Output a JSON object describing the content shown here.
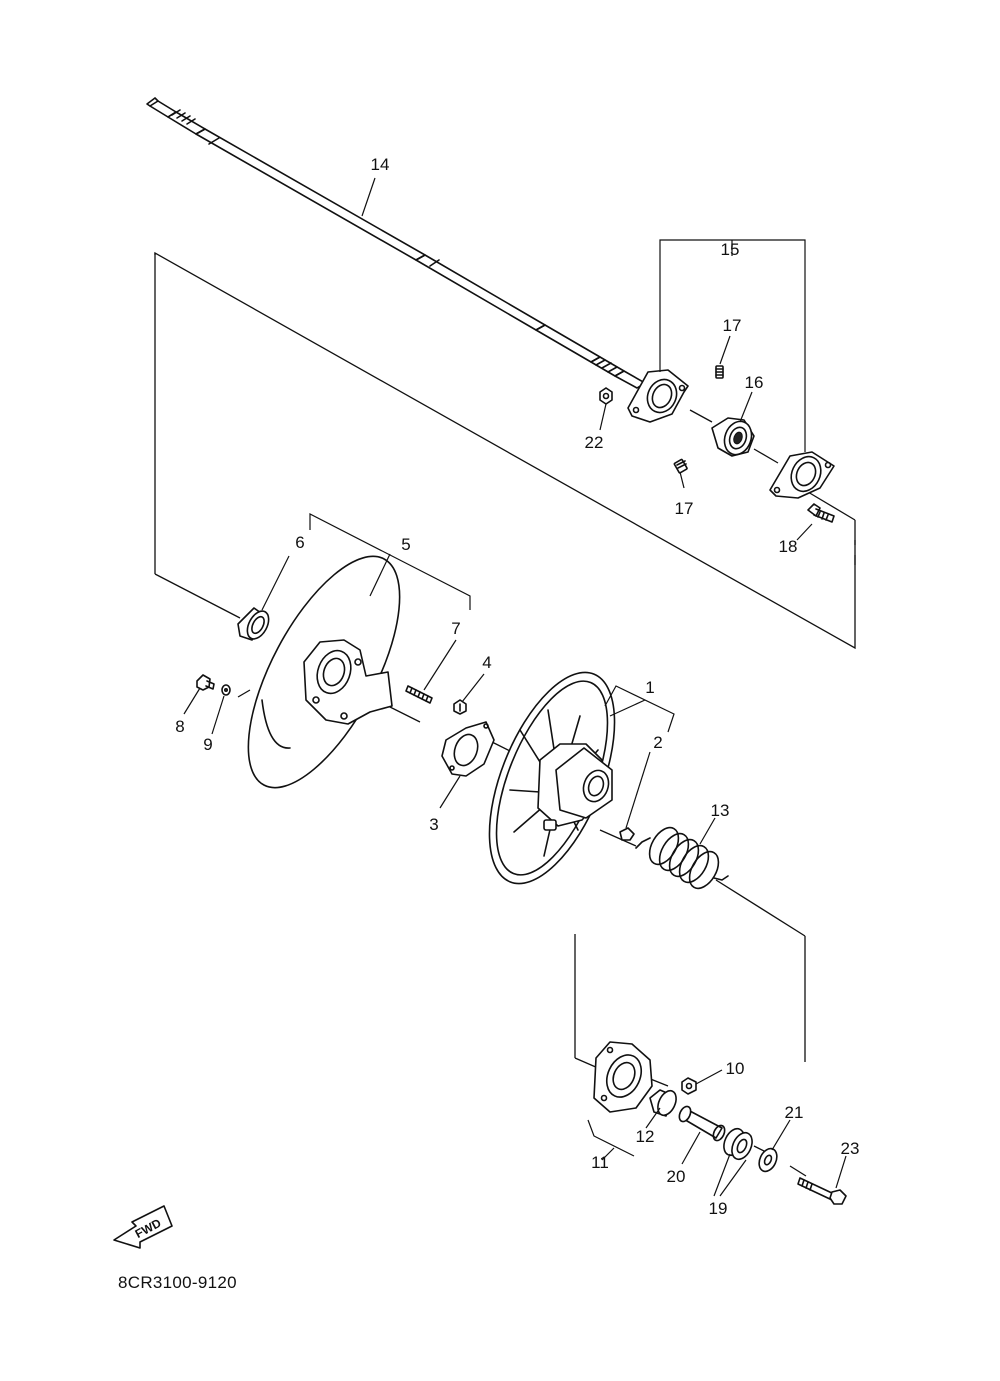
{
  "diagram": {
    "parts": [
      {
        "id": "1",
        "label": "1"
      },
      {
        "id": "2",
        "label": "2"
      },
      {
        "id": "3",
        "label": "3"
      },
      {
        "id": "4",
        "label": "4"
      },
      {
        "id": "5",
        "label": "5"
      },
      {
        "id": "6",
        "label": "6"
      },
      {
        "id": "7",
        "label": "7"
      },
      {
        "id": "8",
        "label": "8"
      },
      {
        "id": "9",
        "label": "9"
      },
      {
        "id": "10",
        "label": "10"
      },
      {
        "id": "11",
        "label": "11"
      },
      {
        "id": "12",
        "label": "12"
      },
      {
        "id": "13",
        "label": "13"
      },
      {
        "id": "14",
        "label": "14"
      },
      {
        "id": "15",
        "label": "15"
      },
      {
        "id": "16",
        "label": "16"
      },
      {
        "id": "17a",
        "label": "17"
      },
      {
        "id": "17b",
        "label": "17"
      },
      {
        "id": "18",
        "label": "18"
      },
      {
        "id": "19",
        "label": "19"
      },
      {
        "id": "20",
        "label": "20"
      },
      {
        "id": "21",
        "label": "21"
      },
      {
        "id": "22",
        "label": "22"
      },
      {
        "id": "23",
        "label": "23"
      }
    ],
    "fwd_label": "FWD",
    "drawing_code": "8CR3100-9120"
  }
}
